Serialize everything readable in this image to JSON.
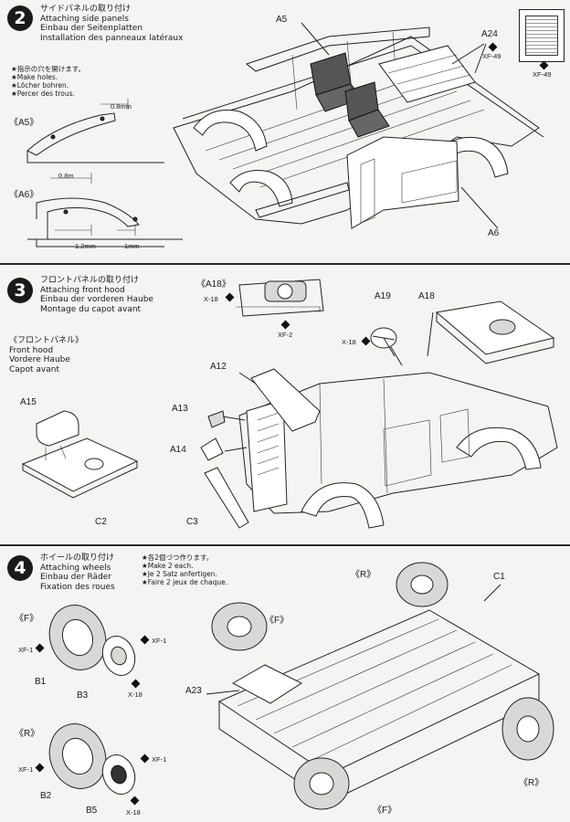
{
  "step2": {
    "number": "2",
    "title_jp": "サイドパネルの取り付け",
    "title_en": "Attaching side panels",
    "title_de": "Einbau der Seitenplatten",
    "title_fr": "Installation des panneaux latéraux",
    "notes": [
      "★指示の穴を開けます。",
      "★Make holes.",
      "★Löcher bohren.",
      "★Percer des trous."
    ],
    "detail_a5": "《A5》",
    "detail_a6": "《A6》",
    "dim_08a": "0.8mm",
    "dim_08b": "0.8m",
    "dim_12": "1.2mm",
    "dim_1": "1mm",
    "part_a5": "A5",
    "part_a24": "A24",
    "part_a6": "A6",
    "paint_xf49a": "XF-49",
    "paint_xf49b": "XF-49"
  },
  "step3": {
    "number": "3",
    "title_jp": "フロントパネルの取り付け",
    "title_en": "Attaching front hood",
    "title_de": "Einbau der vorderen Haube",
    "title_fr": "Montage du capot avant",
    "sub_jp": "《フロントパネル》",
    "sub_en": "Front hood",
    "sub_de": "Vordere Haube",
    "sub_fr": "Capot avant",
    "detail_a18": "《A18》",
    "paint_x18a": "X-18",
    "paint_xf2": "XF-2",
    "paint_x18b": "X-18",
    "part_a19": "A19",
    "part_a18": "A18",
    "part_a12": "A12",
    "part_a13": "A13",
    "part_a14": "A14",
    "part_a15": "A15",
    "part_c2": "C2",
    "part_c3": "C3"
  },
  "step4": {
    "number": "4",
    "title_jp": "ホイールの取り付け",
    "title_en": "Attaching wheels",
    "title_de": "Einbau der Räder",
    "title_fr": "Fixation des roues",
    "notes": [
      "★各2個づつ作ります。",
      "★Make 2 each.",
      "★Je 2 Satz anfertigen.",
      "★Faire 2 jeux de chaque."
    ],
    "f_label_1": "《F》",
    "r_label_1": "《R》",
    "f_label_2": "《F》",
    "r_label_2": "《R》",
    "f_label_3": "《F》",
    "r_label_3": "《R》",
    "xf1_a": "XF-1",
    "xf1_b": "XF-1",
    "xf1_c": "XF-1",
    "xf1_d": "XF-1",
    "x18_a": "X-18",
    "x18_b": "X-18",
    "part_b1": "B1",
    "part_b3": "B3",
    "part_b2": "B2",
    "part_b5": "B5",
    "part_c1": "C1",
    "part_a23": "A23"
  }
}
